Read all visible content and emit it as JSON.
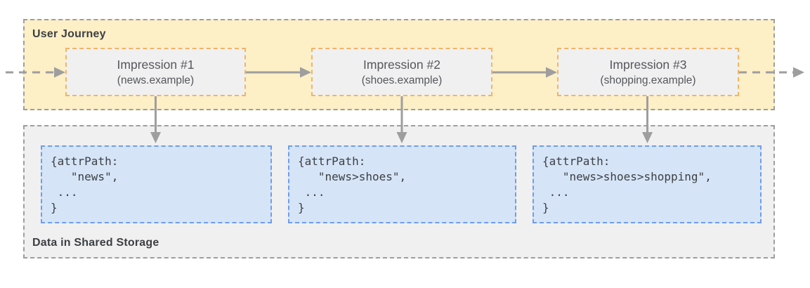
{
  "user_journey": {
    "label": "User Journey",
    "impressions": [
      {
        "title": "Impression #1",
        "subtitle": "(news.example)"
      },
      {
        "title": "Impression #2",
        "subtitle": "(shoes.example)"
      },
      {
        "title": "Impression #3",
        "subtitle": "(shopping.example)"
      }
    ]
  },
  "shared_storage": {
    "label": "Data in Shared Storage",
    "entries": [
      {
        "code": "{attrPath:\n   \"news\",\n ...\n}"
      },
      {
        "code": "{attrPath:\n   \"news>shoes\",\n ...\n}"
      },
      {
        "code": "{attrPath:\n   \"news>shoes>shopping\",\n ...\n}"
      }
    ]
  },
  "icons": {
    "flow_arrows": "right-arrow-icon",
    "write_arrows": "down-arrow-icon"
  },
  "colors": {
    "journey_panel_bg": "#FDEFC6",
    "panel_border_gray": "#9E9E9E",
    "impression_box_bg": "#F0F0F0",
    "impression_box_border": "#F5B462",
    "storage_panel_bg": "#F0F0F0",
    "code_box_bg": "#D6E4F7",
    "code_box_border": "#6D9EEB",
    "arrow_gray": "#9E9E9E",
    "label_text": "#3C4043",
    "box_text": "#54575B"
  }
}
